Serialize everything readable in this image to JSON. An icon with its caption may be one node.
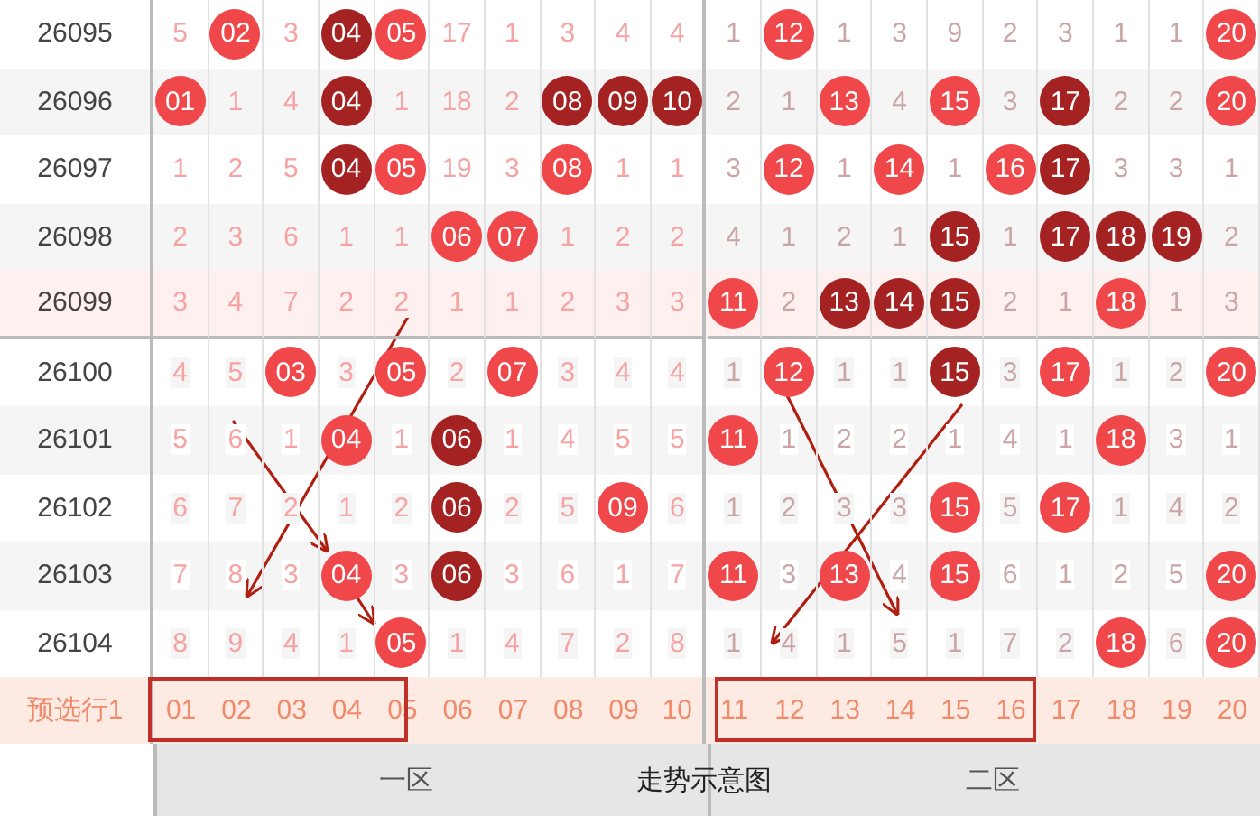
{
  "diagram": {
    "caption": "走势示意图",
    "labels": [
      "26095",
      "5",
      "02",
      "3",
      "04",
      "05",
      "17",
      "1",
      "3",
      "4",
      "4",
      "1",
      "12",
      "1",
      "3",
      "9",
      "2",
      "3",
      "1",
      "1",
      "20",
      "26096",
      "01",
      "1",
      "4",
      "04",
      "1",
      "18",
      "2",
      "08",
      "09",
      "10",
      "2",
      "1",
      "13",
      "4",
      "15",
      "3",
      "17",
      "2",
      "2",
      "20",
      "26097",
      "1",
      "2",
      "5",
      "04",
      "05",
      "19",
      "3",
      "08",
      "1",
      "1",
      "3",
      "12",
      "1",
      "14",
      "1",
      "16",
      "17",
      "3",
      "3",
      "1",
      "26098",
      "2",
      "3",
      "6",
      "1",
      "1",
      "06",
      "07",
      "1",
      "2",
      "2",
      "4",
      "1",
      "2",
      "1",
      "15",
      "1",
      "17",
      "18",
      "19",
      "2",
      "26099",
      "3",
      "4",
      "7",
      "2",
      "2",
      "1",
      "1",
      "2",
      "3",
      "3",
      "11",
      "2",
      "13",
      "14",
      "15",
      "2",
      "1",
      "18",
      "1",
      "3",
      "26100",
      "4",
      "5",
      "03",
      "3",
      "05",
      "2",
      "07",
      "3",
      "4",
      "4",
      "1",
      "12",
      "1",
      "1",
      "15",
      "3",
      "17",
      "1",
      "2",
      "20",
      "26101",
      "5",
      "6",
      "1",
      "04",
      "1",
      "06",
      "1",
      "4",
      "5",
      "5",
      "11",
      "1",
      "2",
      "2",
      "1",
      "4",
      "1",
      "18",
      "3",
      "1",
      "26102",
      "6",
      "7",
      "2",
      "1",
      "2",
      "06",
      "2",
      "5",
      "09",
      "6",
      "1",
      "2",
      "3",
      "3",
      "15",
      "5",
      "17",
      "1",
      "4",
      "2",
      "26103",
      "7",
      "8",
      "3",
      "04",
      "3",
      "06",
      "3",
      "6",
      "1",
      "7",
      "11",
      "3",
      "13",
      "4",
      "15",
      "6",
      "1",
      "2",
      "5",
      "20",
      "26104",
      "8",
      "9",
      "4",
      "1",
      "05",
      "1",
      "4",
      "7",
      "2",
      "8",
      "1",
      "4",
      "1",
      "5",
      "1",
      "7",
      "2",
      "18",
      "6",
      "20",
      "预选行1",
      "01",
      "02",
      "03",
      "04",
      "05",
      "06",
      "07",
      "08",
      "09",
      "10",
      "11",
      "12",
      "13",
      "14",
      "15",
      "16",
      "17",
      "18",
      "19",
      "20",
      "一区",
      "二区"
    ]
  }
}
